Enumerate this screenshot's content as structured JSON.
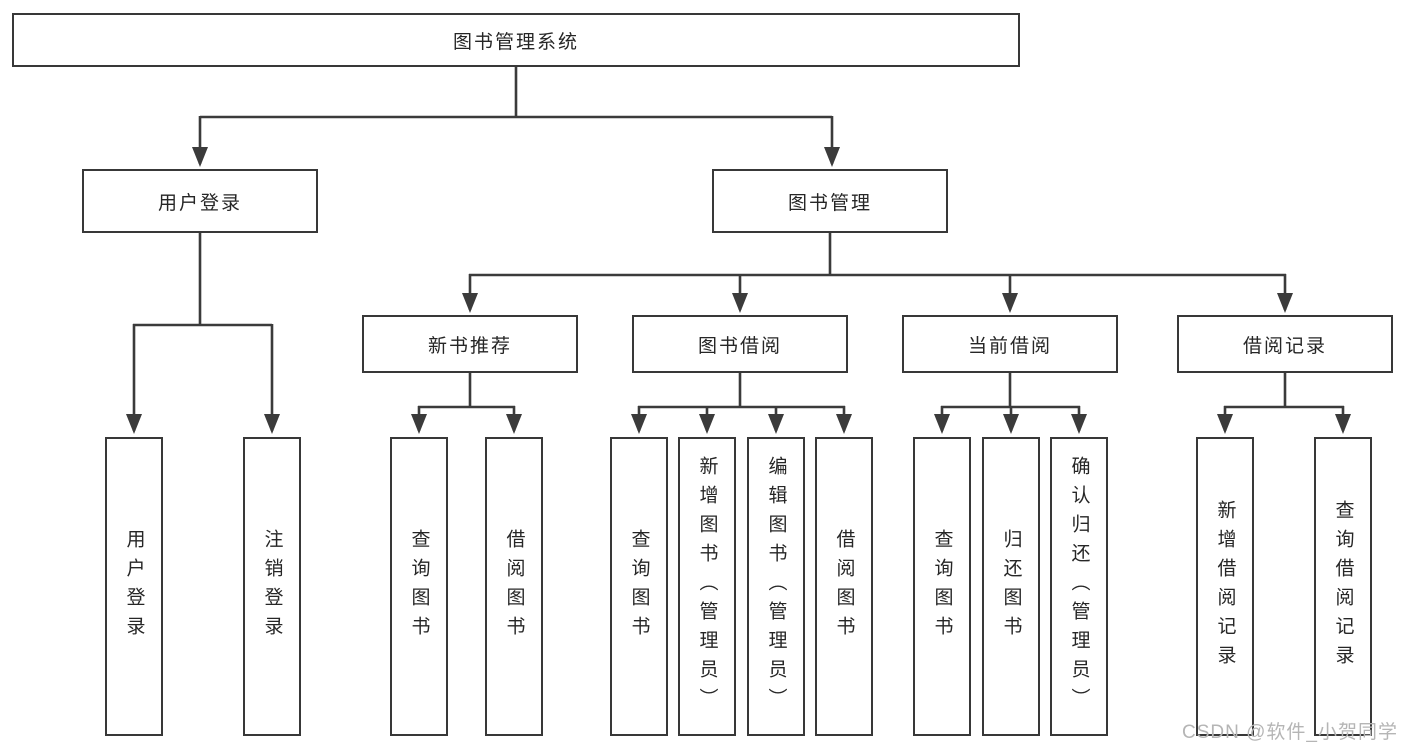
{
  "diagram": {
    "root": "图书管理系统",
    "user_login": {
      "label": "用户登录",
      "children": [
        "用户登录",
        "注销登录"
      ]
    },
    "book_mgmt": {
      "label": "图书管理",
      "sections": [
        {
          "label": "新书推荐",
          "children": [
            "查询图书",
            "借阅图书"
          ]
        },
        {
          "label": "图书借阅",
          "children": [
            "查询图书",
            "新增图书（管理员）",
            "编辑图书（管理员）",
            "借阅图书"
          ]
        },
        {
          "label": "当前借阅",
          "children": [
            "查询图书",
            "归还图书",
            "确认归还（管理员）"
          ]
        },
        {
          "label": "借阅记录",
          "children": [
            "新增借阅记录",
            "查询借阅记录"
          ]
        }
      ]
    }
  },
  "watermark": "CSDN @软件_小贺同学",
  "colors": {
    "line": "#3b3b3b",
    "box_border": "#383838",
    "text": "#262626",
    "watermark": "#b5b5b5",
    "background": "#ffffff"
  }
}
